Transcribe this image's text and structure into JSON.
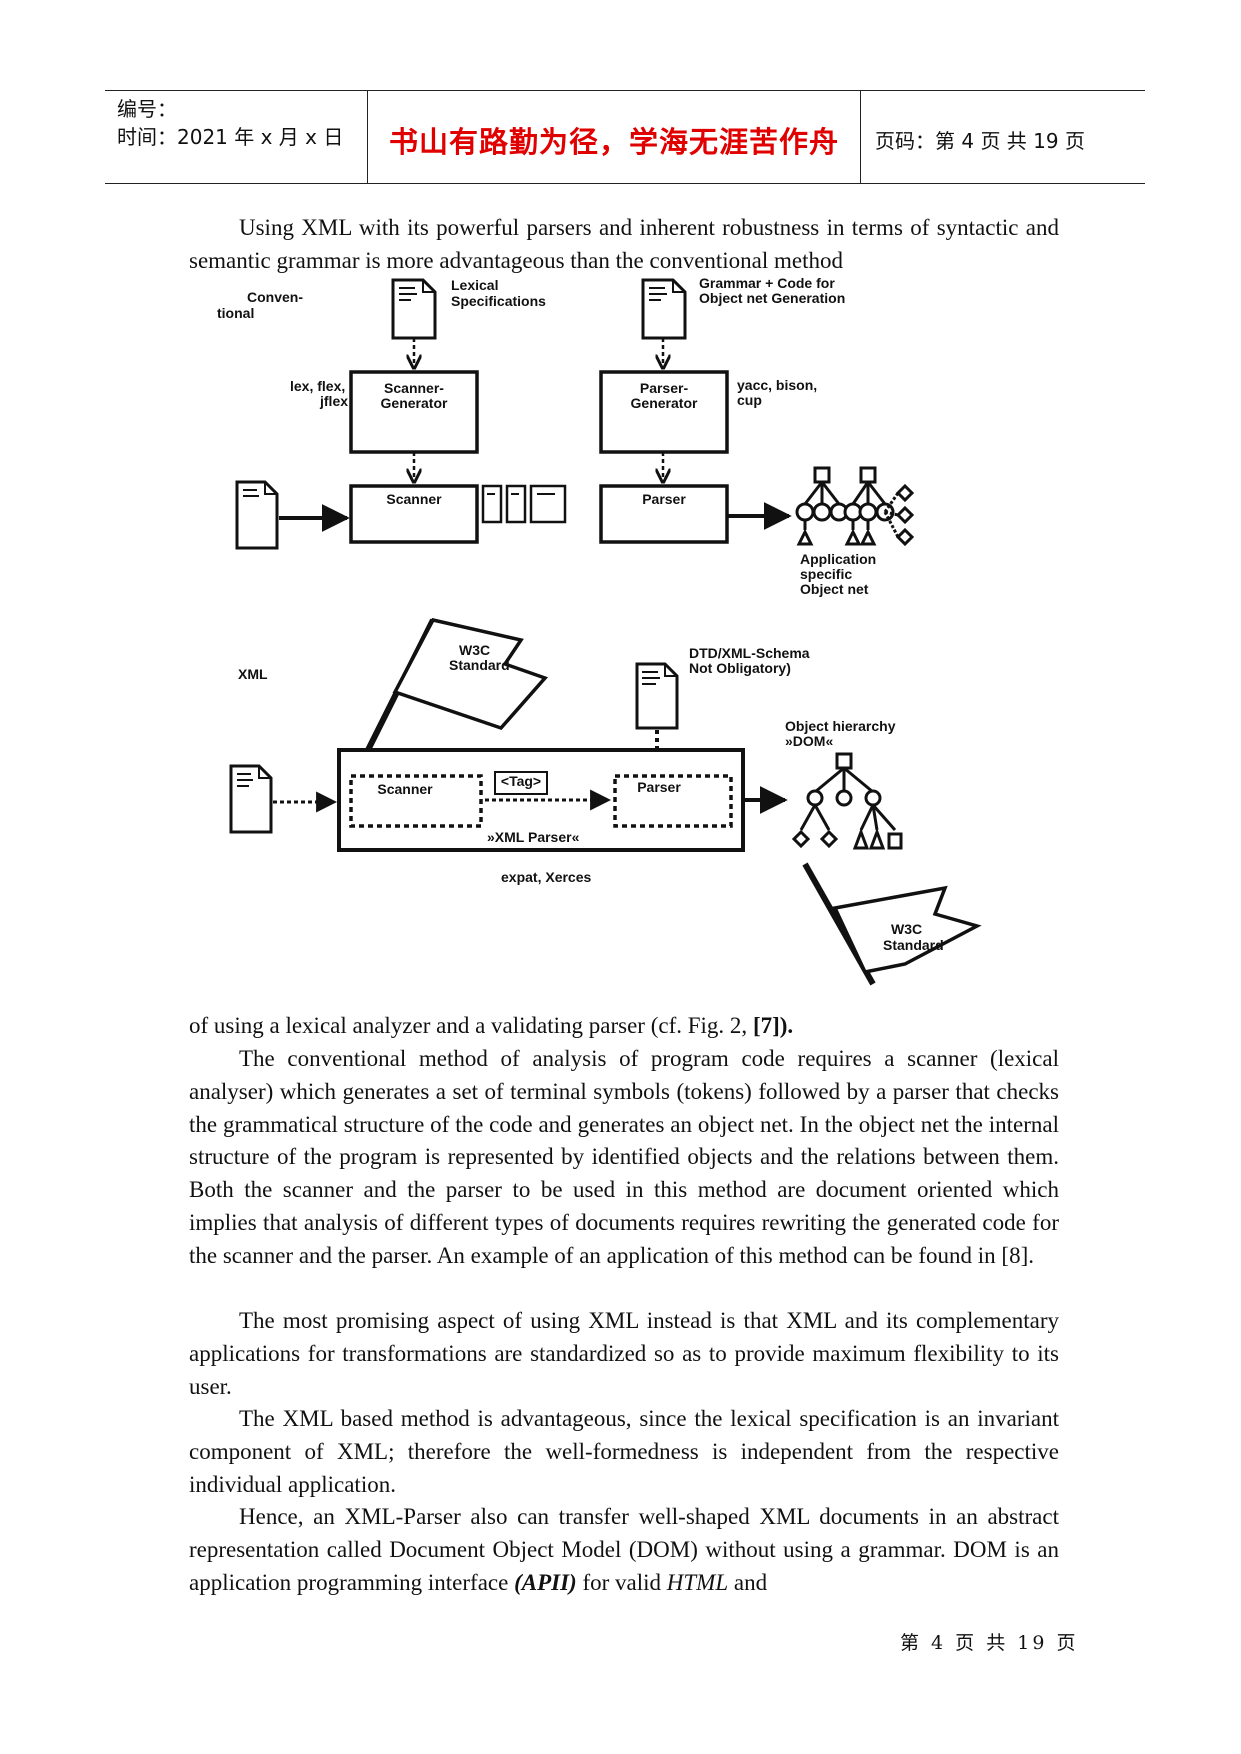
{
  "header": {
    "number_label": "编号：",
    "time_label": "时间：2021 年 x 月 x 日",
    "motto": "书山有路勤为径，学海无涯苦作舟",
    "page_label": "页码：第 4 页  共 19 页"
  },
  "body": {
    "p1_lead": "Using XML with its powerful parsers and inherent robustness in terms of syntactic and semantic grammar is more advantageous than the conventional method",
    "p1_tail_text": "of using a lexical analyzer and a validating parser (cf. Fig. 2, ",
    "p1_tail_ref": "[7]).",
    "p2": "The conventional method of analysis of program code requires a scanner (lexical analyser) which generates a set of terminal symbols (tokens) followed by a parser that checks the grammatical structure of the code and generates an object net. In the object net the internal structure of the program is represented by identified objects and the relations between them. Both the scanner and the parser to be used in this method are document oriented which implies that analysis of different types of documents requires rewriting the generated code for the scanner and the parser. An example of an application of this method can be found in [8].",
    "p3": "The most promising aspect of using XML instead is that XML and its complementary applications for transformations are standardized so as to provide maximum flexibility to its user.",
    "p4": "The XML based method is advantageous, since the lexical specification is an invariant component of XML; therefore the well-formedness is independent from the respective individual application.",
    "p5_a": "Hence, an XML-Parser also can transfer well-shaped XML documents in an abstract representation called Document Object Model (DOM) without using a grammar. DOM is an application programming interface ",
    "p5_api": "(APII)",
    "p5_b": " for valid ",
    "p5_html": "HTML",
    "p5_c": " and"
  },
  "figure": {
    "conventional_label_1": "Conven-",
    "conventional_label_2": "tional",
    "lexical_spec_1": "Lexical",
    "lexical_spec_2": "Specifications",
    "grammar_code_1": "Grammar + Code for",
    "grammar_code_2": "Object net Generation",
    "lex_tools_1": "lex, flex,",
    "lex_tools_2": "jflex",
    "scanner_gen_1": "Scanner-",
    "scanner_gen_2": "Generator",
    "parser_gen_1": "Parser-",
    "parser_gen_2": "Generator",
    "yacc_tools_1": "yacc, bison,",
    "yacc_tools_2": "cup",
    "scanner": "Scanner",
    "parser": "Parser",
    "app_net_1": "Application",
    "app_net_2": "specific",
    "app_net_3": "Object net",
    "xml_label": "XML",
    "w3c_1": "W3C",
    "w3c_2": "Standard",
    "dtd_1": "DTD/XML-Schema",
    "dtd_2": "Not Obligatory)",
    "obj_hier_1": "Object hierarchy",
    "obj_hier_2": "»DOM«",
    "xml_scanner": "Scanner",
    "xml_parser": "Parser",
    "tag": "<Tag>",
    "xml_parser_label": "»XML Parser«",
    "expat": "expat, Xerces",
    "w3c_b_1": "W3C",
    "w3c_b_2": "Standard"
  },
  "footer": {
    "page": "第 4 页 共 19 页"
  }
}
